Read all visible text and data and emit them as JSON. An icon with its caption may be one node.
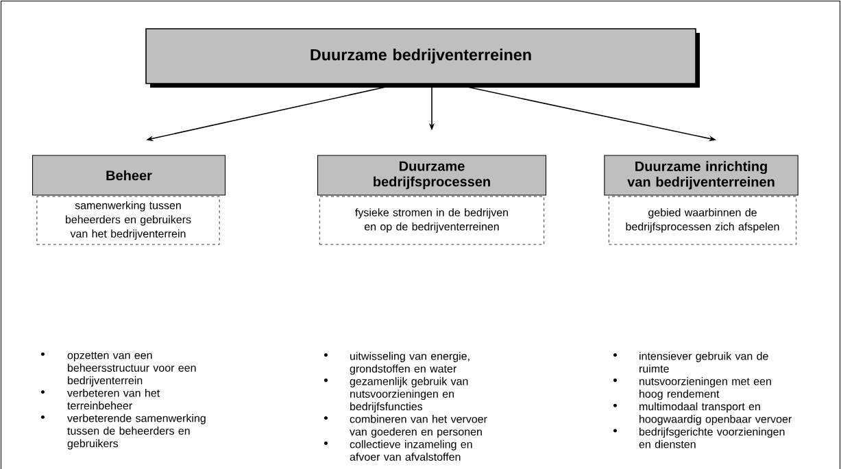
{
  "diagram": {
    "nodes": [
      {
        "text": [
          "Duurzame bedrijventerreinen"
        ]
      },
      {
        "text": [
          "Beheer"
        ]
      },
      {
        "text": [
          "Duurzame bedrijfsprocessen"
        ]
      },
      {
        "text": [
          "Duurzame inrichting van bedrijventerreinen"
        ]
      },
      {
        "text": [
          "samenwerking tussen beheerders en gebruikers van het bedrijventerrein"
        ]
      },
      {
        "text": [
          "fysieke stromen in de bedrijven en op de bedrijventerreinen"
        ]
      },
      {
        "text": [
          "gebied waarbinnen de bedrijfsprocessen zich afspelen"
        ]
      }
    ],
    "edges": [
      {
        "from": 0,
        "to": 1,
        "arrow": "to"
      },
      {
        "from": 0,
        "to": 2,
        "arrow": "to"
      },
      {
        "from": 0,
        "to": 3,
        "arrow": "to"
      }
    ],
    "labels": [
      "opzetten van een beheersstructuur voor een bedrijventerrein",
      "verbeteren van het terreinbeheer",
      "verbeterende samenwerking tussen de beheerders en gebruikers",
      "uitwisseling van energie, grondstoffen en water",
      "gezamenlijk gebruik van nutsvoorzieningen en bedrijfsfuncties",
      "combineren van het vervoer van goederen en personen",
      "collectieve inzameling en afvoer van afvalstoffen",
      "intensiever gebruik van de ruimte",
      "nutsvoorzieningen met een hoog rendement",
      "multimodaal transport en hoogwaardig openbaar vervoer",
      "bedrijfsgerichte voorzieningen en diensten"
    ]
  }
}
